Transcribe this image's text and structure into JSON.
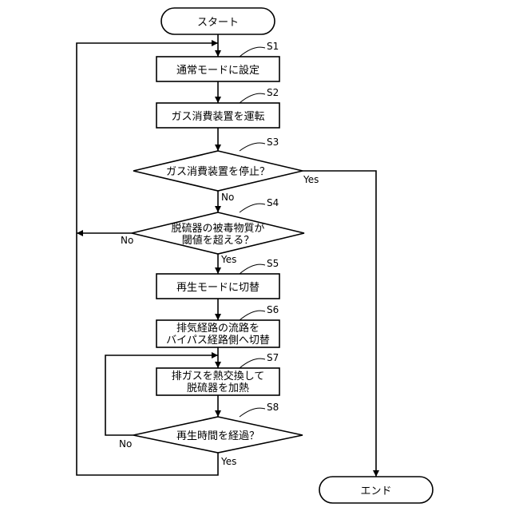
{
  "start": "スタート",
  "end": "エンド",
  "steps": {
    "s1": {
      "id": "S1",
      "text": "通常モードに設定"
    },
    "s2": {
      "id": "S2",
      "text": "ガス消費装置を運転"
    },
    "s3": {
      "id": "S3",
      "text": "ガス消費装置を停止？"
    },
    "s4": {
      "id": "S4",
      "line1": "脱硫器の被毒物質が",
      "line2": "閾値を超える？"
    },
    "s5": {
      "id": "S5",
      "text": "再生モードに切替"
    },
    "s6": {
      "id": "S6",
      "line1": "排気経路の流路を",
      "line2": "バイパス経路側へ切替"
    },
    "s7": {
      "id": "S7",
      "line1": "排ガスを熱交換して",
      "line2": "脱硫器を加熱"
    },
    "s8": {
      "id": "S8",
      "text": "再生時間を経過？"
    }
  },
  "labels": {
    "s3_yes": "Yes",
    "s3_no": "No",
    "s4_no": "No",
    "s4_yes": "Yes",
    "s8_no": "No",
    "s8_yes": "Yes"
  }
}
